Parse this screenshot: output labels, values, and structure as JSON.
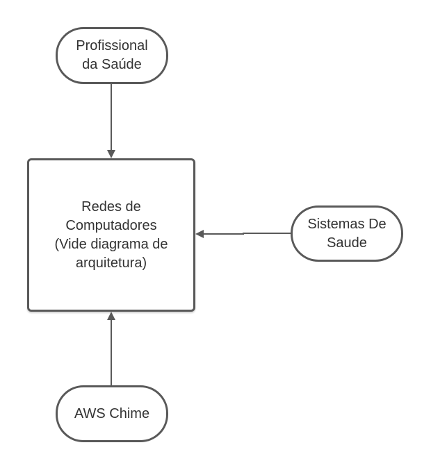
{
  "diagram": {
    "nodes": {
      "profissional": {
        "label": "Profissional\nda Saúde",
        "shape": "pill"
      },
      "redes": {
        "label": "Redes de\nComputadores\n(Vide diagrama de\narquitetura)",
        "shape": "rectangle"
      },
      "sistemas": {
        "label": "Sistemas De\nSaude",
        "shape": "pill"
      },
      "aws": {
        "label": "AWS Chime",
        "shape": "pill"
      }
    },
    "edges": [
      {
        "from": "profissional",
        "to": "redes"
      },
      {
        "from": "sistemas",
        "to": "redes"
      },
      {
        "from": "aws",
        "to": "redes"
      }
    ],
    "colors": {
      "stroke": "#595959",
      "text": "#333333",
      "background": "#ffffff"
    }
  }
}
